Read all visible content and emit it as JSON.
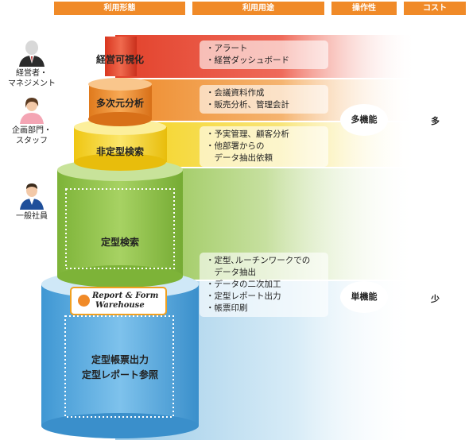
{
  "headers": {
    "usage_form": "利用形態",
    "usage_purpose": "利用用途",
    "operability": "操作性",
    "cost": "コスト"
  },
  "personas": [
    {
      "label_line1": "経営者・",
      "label_line2": "マネジメント",
      "icon": "executive-icon"
    },
    {
      "label_line1": "企画部門・",
      "label_line2": "スタッフ",
      "icon": "planner-icon"
    },
    {
      "label_line1": "一般社員",
      "label_line2": "",
      "icon": "employee-icon"
    }
  ],
  "layers": {
    "visualization": "経営可視化",
    "multidim": "多次元分析",
    "adhoc": "非定型検索",
    "fixed_search": "定型検索",
    "reports_line1": "定型帳票出力",
    "reports_line2": "定型レポート参照"
  },
  "purposes": {
    "visualization": [
      "・アラート",
      "・経営ダッシュボード"
    ],
    "multidim": [
      "・会議資料作成",
      "・販売分析、管理会計"
    ],
    "adhoc": [
      "・予実管理、顧客分析",
      "・他部署からの",
      "　データ抽出依頼"
    ],
    "fixed": [
      "・定型､ルーチンワークでの",
      "　データ抽出",
      "・データの二次加工",
      "・定型レポート出力",
      "・帳票印刷"
    ]
  },
  "operability": {
    "multi": "多機能",
    "single": "単機能"
  },
  "cost": {
    "high": "多",
    "low": "少"
  },
  "logo": {
    "line1": "Report & Form",
    "line2": "Warehouse"
  },
  "colors": {
    "header": "#f08a28",
    "visualization": "#e2412a",
    "multidim": "#ee8a2a",
    "adhoc": "#f5d21c",
    "fixed_search": "#8cc043",
    "reports": "#5aa9dc"
  }
}
